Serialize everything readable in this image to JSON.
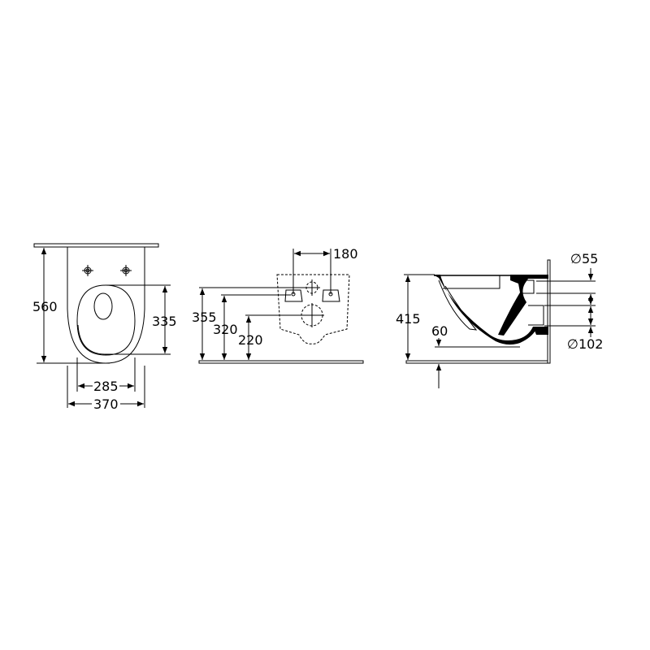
{
  "front_view": {
    "height_total": "560",
    "seat_length": "335",
    "seat_width": "285",
    "bowl_width": "370"
  },
  "wall_view": {
    "bolt_spacing": "180",
    "height_inlet": "355",
    "height_bolts": "320",
    "height_outlet": "220"
  },
  "side_view": {
    "height_rim": "415",
    "outlet_offset": "60",
    "inlet_diameter": "∅55",
    "outlet_diameter": "∅102"
  }
}
